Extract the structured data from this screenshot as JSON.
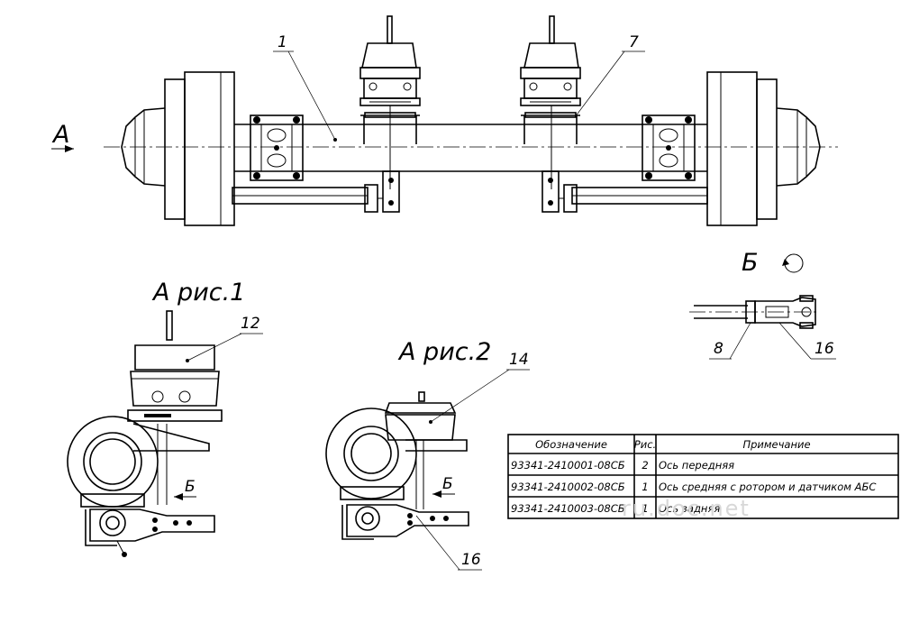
{
  "labels": {
    "view_a": "А",
    "fig1_title": "А рис.1",
    "fig2_title": "А рис.2",
    "view_b": "Б",
    "b_arrow_1": "Б",
    "b_arrow_2": "Б"
  },
  "callouts": {
    "c1": "1",
    "c7": "7",
    "c12": "12",
    "c14": "14",
    "c16a": "16",
    "c16b": "16",
    "c8": "8"
  },
  "watermark": "ru.doc.net",
  "table": {
    "headers": [
      "Обозначение",
      "Рис.",
      "Примечание"
    ],
    "rows": [
      [
        "93341-2410001-08СБ",
        "2",
        "Ось передняя"
      ],
      [
        "93341-2410002-08СБ",
        "1",
        "Ось средняя с ротором и датчиком АБС"
      ],
      [
        "93341-2410003-08СБ",
        "1",
        "Ось задняя"
      ]
    ]
  }
}
